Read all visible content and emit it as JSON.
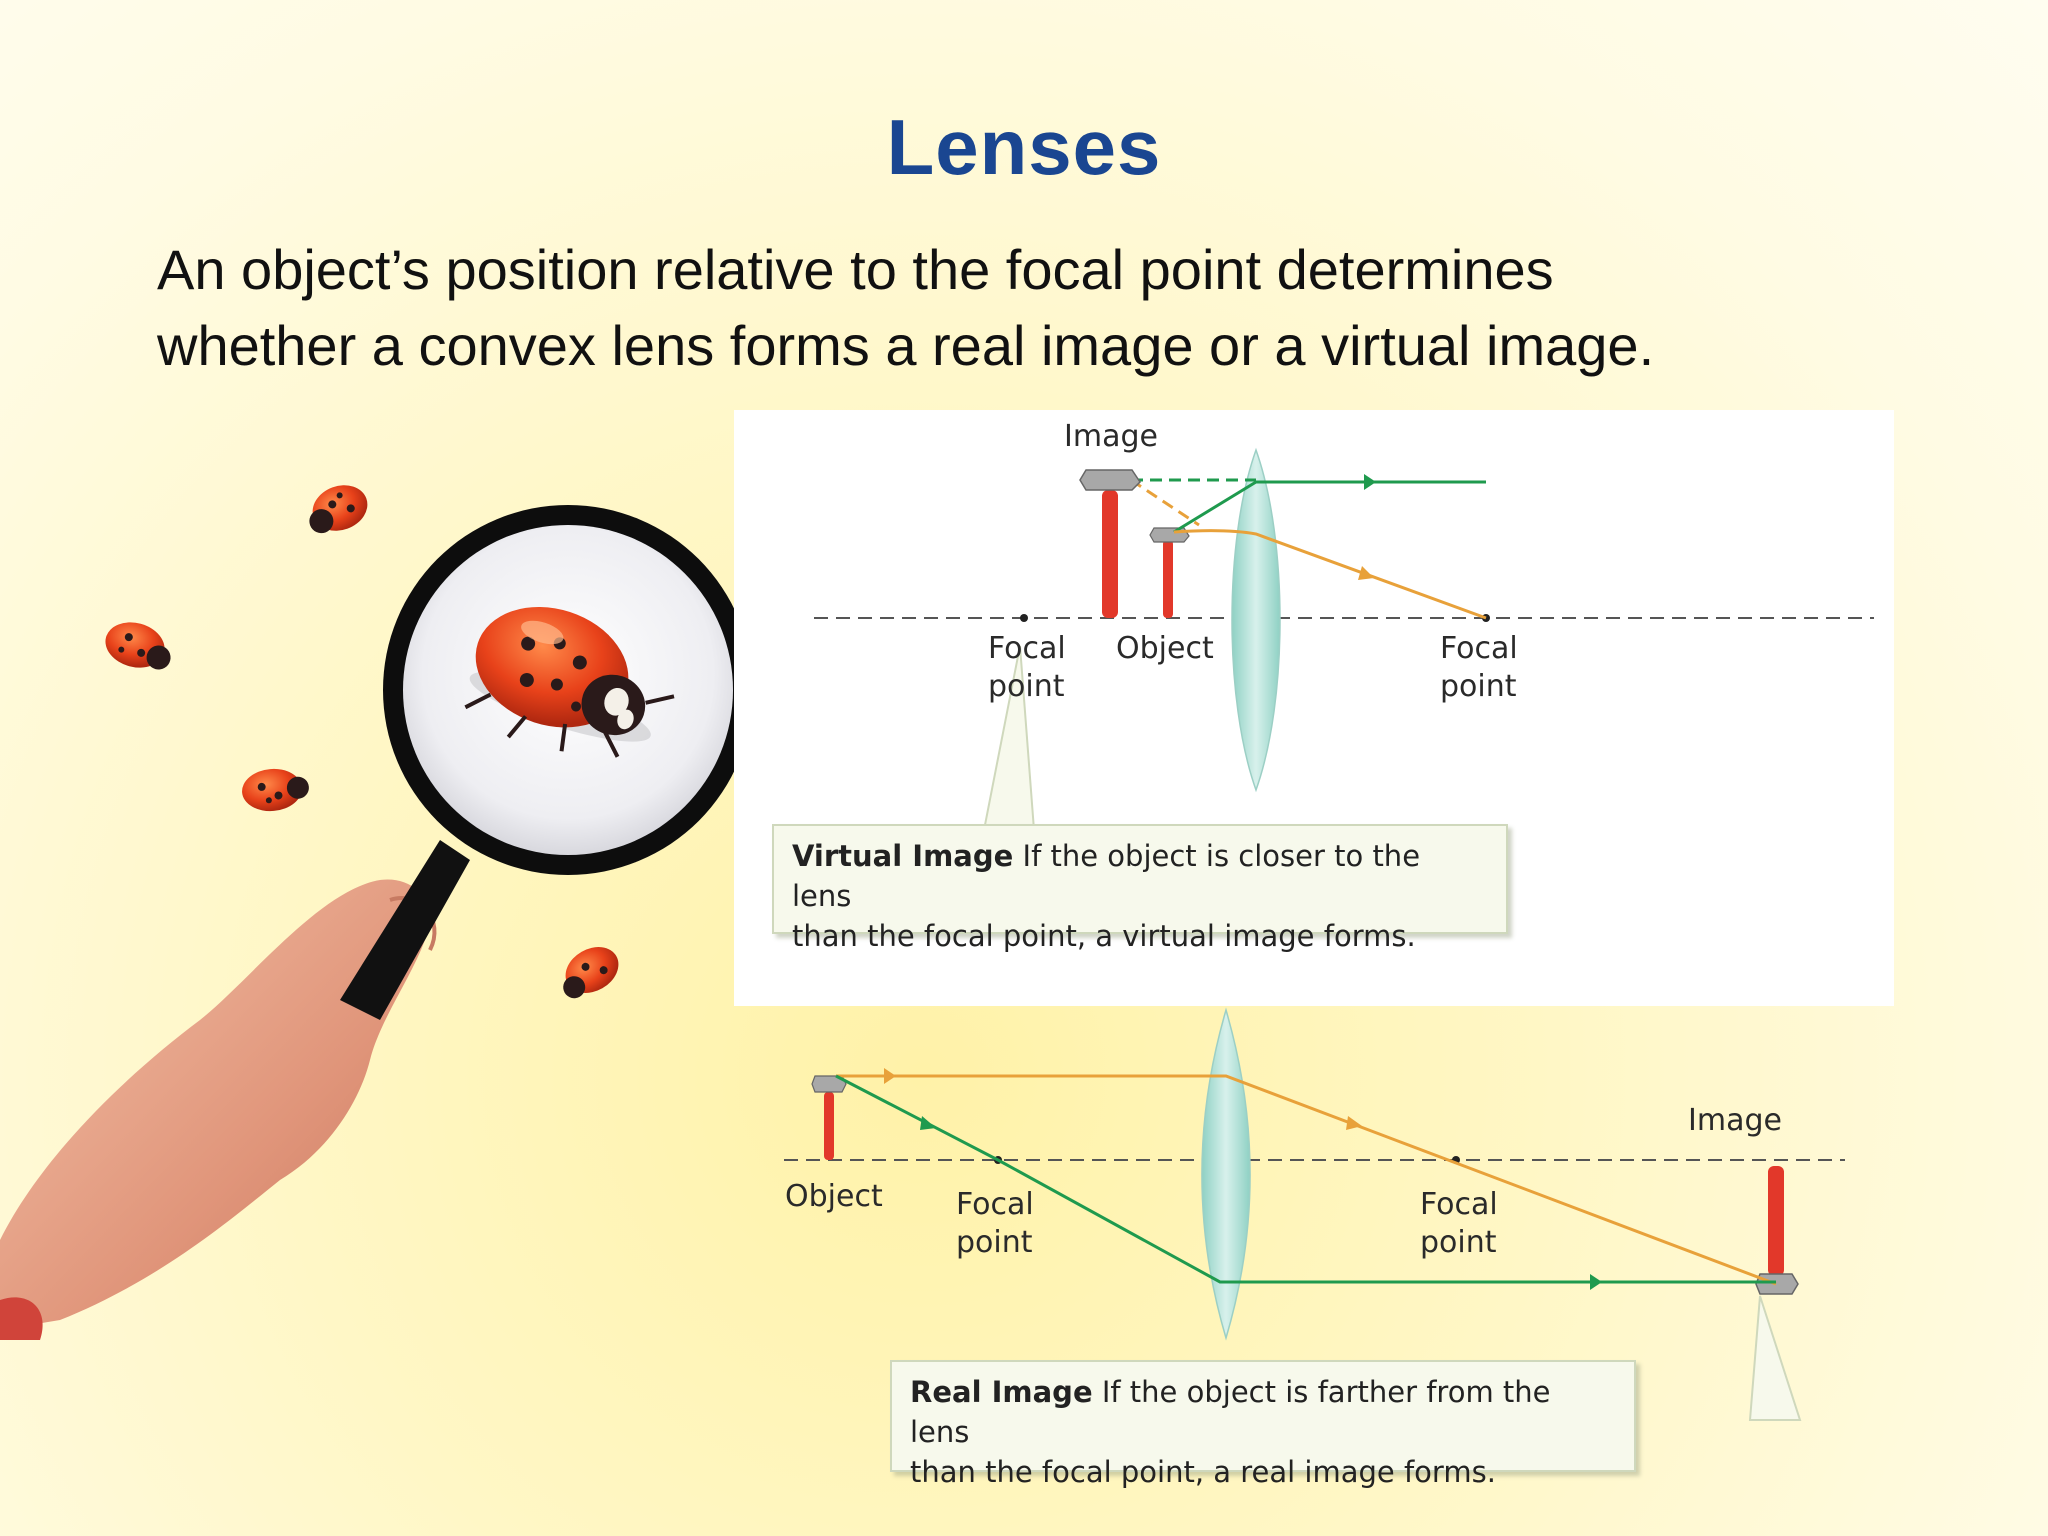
{
  "slide": {
    "title": "Lenses",
    "body_line1": "An object’s position relative to the focal point determines",
    "body_line2": "whether a convex lens forms a real image or a virtual image."
  },
  "virtual_diagram": {
    "image_label": "Image",
    "focal_left_line1": "Focal",
    "focal_left_line2": "point",
    "object_label": "Object",
    "focal_right_line1": "Focal",
    "focal_right_line2": "point",
    "caption_bold": "Virtual Image",
    "caption_line1_rest": " If the object is closer to the lens",
    "caption_line2": "than the focal point, a virtual image forms."
  },
  "real_diagram": {
    "image_label": "Image",
    "object_label": "Object",
    "focal_left_line1": "Focal",
    "focal_left_line2": "point",
    "focal_right_line1": "Focal",
    "focal_right_line2": "point",
    "caption_bold": "Real Image",
    "caption_line1_rest": " If the object is farther from the lens",
    "caption_line2": "than the focal point, a real image forms."
  },
  "colors": {
    "title": "#1a4691",
    "ray_green": "#1f9a4e",
    "ray_orange": "#e8a13a",
    "lens": "#a8dbd2",
    "hammer_handle": "#e2382a"
  },
  "icons": {
    "magnifier": "magnifying-glass-icon",
    "ladybug": "ladybug-icon",
    "hammer": "hammer-icon"
  }
}
